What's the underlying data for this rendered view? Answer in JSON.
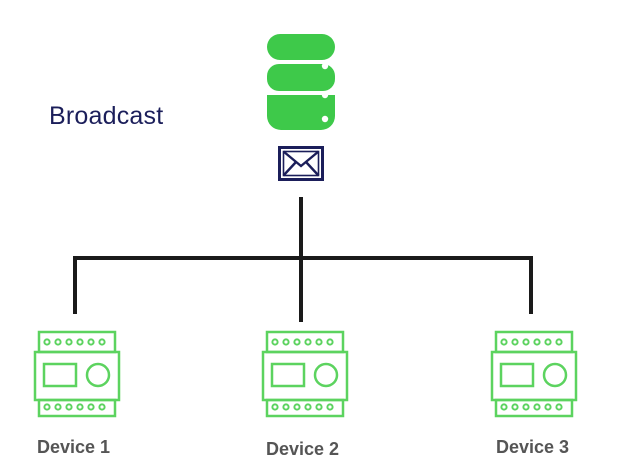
{
  "diagram": {
    "title": "Broadcast",
    "server_icon": "database-server-icon",
    "message_icon": "envelope-icon",
    "devices": [
      {
        "label": "Device 1",
        "icon": "device-module-icon"
      },
      {
        "label": "Device 2",
        "icon": "device-module-icon"
      },
      {
        "label": "Device 3",
        "icon": "device-module-icon"
      }
    ],
    "colors": {
      "server": "#3ec94a",
      "device": "#5cd35f",
      "envelope": "#1b1e5a",
      "title": "#1b1e5a",
      "lines": "#1a1a1a",
      "labels": "#555555"
    }
  }
}
